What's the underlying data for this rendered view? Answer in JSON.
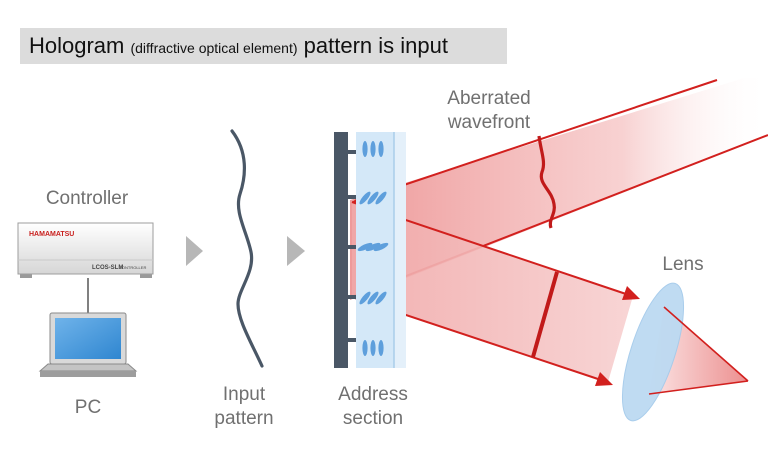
{
  "title": {
    "main_start": "Hologram ",
    "sub": "(diffractive optical element)",
    "main_end": " pattern is input"
  },
  "labels": {
    "controller": "Controller",
    "pc": "PC",
    "input_pattern": [
      "Input",
      "pattern"
    ],
    "address_section": [
      "Address",
      "section"
    ],
    "aberrated_wavefront": [
      "Aberrated",
      "wavefront"
    ],
    "lens": "Lens"
  },
  "device": {
    "brand": "HAMAMATSU",
    "model": "LCOS-SLM",
    "model_sub": "CONTROLLER"
  },
  "icons": {
    "arrow1": "chevron-right-icon",
    "arrow2": "chevron-right-icon",
    "laptop": "laptop-icon",
    "controller": "controller-box-icon"
  },
  "colors": {
    "beam": "#d2201e",
    "beam_fill": "#f4b4b4",
    "slm_dark": "#4a5766",
    "slm_glass": "#cfe6f7",
    "lens": "#bcdaf2",
    "brand": "#c8201e",
    "arrow": "#b7b7b7"
  }
}
